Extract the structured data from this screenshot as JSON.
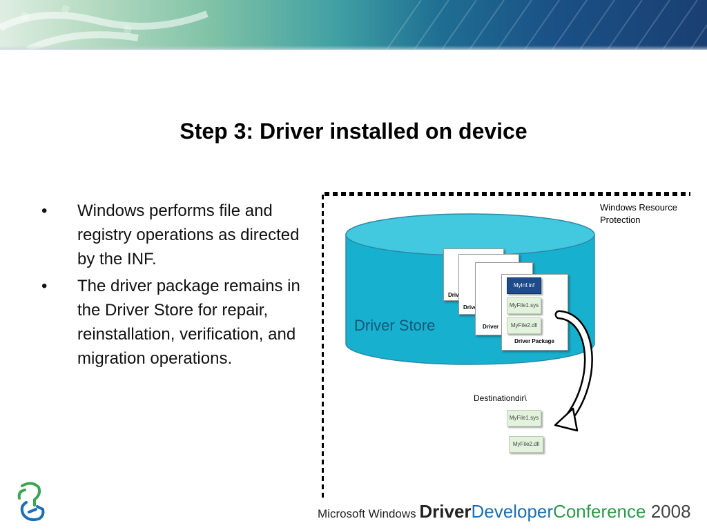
{
  "title": "Step 3: Driver installed on device",
  "bullets": [
    "Windows performs file and registry operations as directed by the INF.",
    "The driver package remains in the Driver Store for repair, reinstallation, verification, and migration operations."
  ],
  "bullet_glyph": "•",
  "diagram": {
    "wrp_label": "Windows Resource Protection",
    "store_label": "Driver Store",
    "stacked_page_labels": [
      "Driv",
      "Driver",
      "Driver"
    ],
    "package_files": [
      "MyInf.inf",
      "MyFile1.sys",
      "MyFile2.dll"
    ],
    "package_label": "Driver Package",
    "destination_label": "Destinationdir\\",
    "destination_files": [
      "MyFile1.sys",
      "MyFile2.dll"
    ]
  },
  "footer": {
    "ms": "Microsoft Windows ",
    "driver": "Driver",
    "developer": "Developer",
    "conference": "Conference",
    "year": " 2008"
  },
  "colors": {
    "store_fill": "#17b1cf",
    "store_top": "#42c8df",
    "store_text": "#15577a",
    "inf_file": "#1e4b8a",
    "file_green": "#e3f2dc",
    "brand_blue": "#1b6fb5",
    "brand_green": "#2c9a4a"
  },
  "icons": {
    "logo": "person-heads-logo-icon",
    "arrow": "curved-arrow-icon"
  }
}
